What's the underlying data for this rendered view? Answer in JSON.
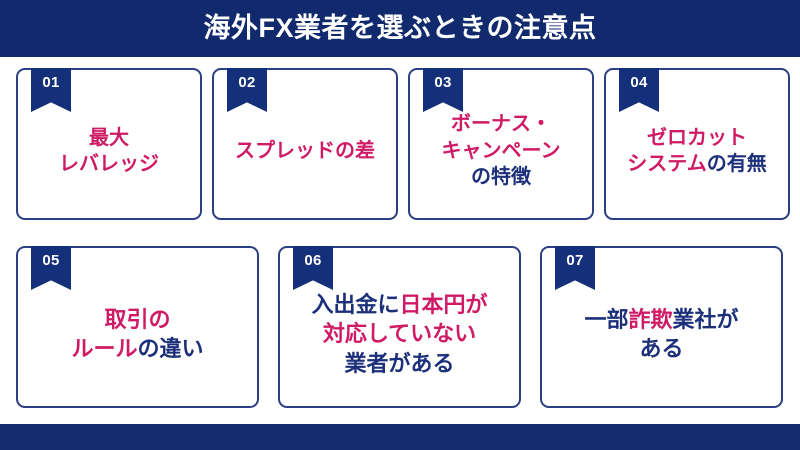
{
  "header": {
    "title": "海外FX業者を選ぶときの注意点"
  },
  "colors": {
    "navy_bar": "#112a6e",
    "card_border": "#2a3f84",
    "ribbon": "#15307a",
    "accent_pink": "#cf1b66",
    "accent_navy": "#1b2f7a",
    "background": "#ffffff"
  },
  "cards": [
    {
      "number": "01",
      "lines": [
        [
          {
            "text": "最大",
            "color": "pink"
          }
        ],
        [
          {
            "text": "レバレッジ",
            "color": "pink"
          }
        ]
      ]
    },
    {
      "number": "02",
      "lines": [
        [
          {
            "text": "スプレッドの差",
            "color": "pink"
          }
        ]
      ]
    },
    {
      "number": "03",
      "lines": [
        [
          {
            "text": "ボーナス・",
            "color": "pink"
          }
        ],
        [
          {
            "text": "キャンペーン",
            "color": "pink"
          }
        ],
        [
          {
            "text": "の特徴",
            "color": "navy"
          }
        ]
      ]
    },
    {
      "number": "04",
      "lines": [
        [
          {
            "text": "ゼロカット",
            "color": "pink"
          }
        ],
        [
          {
            "text": "システム",
            "color": "pink"
          },
          {
            "text": "の有無",
            "color": "navy"
          }
        ]
      ]
    },
    {
      "number": "05",
      "lines": [
        [
          {
            "text": "取引の",
            "color": "pink"
          }
        ],
        [
          {
            "text": "ルール",
            "color": "pink"
          },
          {
            "text": "の違い",
            "color": "navy"
          }
        ]
      ]
    },
    {
      "number": "06",
      "lines": [
        [
          {
            "text": "入出金に",
            "color": "navy"
          },
          {
            "text": "日本円が",
            "color": "pink"
          }
        ],
        [
          {
            "text": "対応していない",
            "color": "pink"
          }
        ],
        [
          {
            "text": "業者がある",
            "color": "navy"
          }
        ]
      ]
    },
    {
      "number": "07",
      "lines": [
        [
          {
            "text": "一部",
            "color": "navy"
          },
          {
            "text": "詐欺",
            "color": "pink"
          },
          {
            "text": "業社が",
            "color": "navy"
          }
        ],
        [
          {
            "text": "ある",
            "color": "navy"
          }
        ]
      ]
    }
  ]
}
